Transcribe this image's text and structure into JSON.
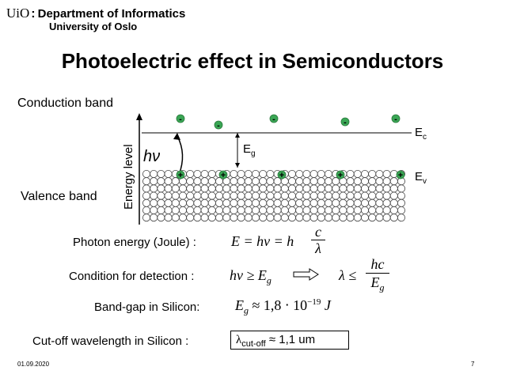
{
  "header": {
    "logo": "UiO",
    "department": "Department of Informatics",
    "university": "University of Oslo"
  },
  "title": "Photoelectric effect in Semiconductors",
  "diagram": {
    "conduction_band": "Conduction band",
    "valence_band": "Valence band",
    "energy_level": "Energy level",
    "ec_main": "E",
    "ec_sub": "c",
    "ev_main": "E",
    "ev_sub": "v",
    "eg_main": "E",
    "eg_sub": "g",
    "photon_symbol": "hν",
    "electron_sign": "-",
    "hole_sign": "+"
  },
  "rows": {
    "photon_energy_label": "Photon energy (Joule) :",
    "photon_energy_formula": "E = hν = h",
    "frac_num": "c",
    "frac_den": "λ",
    "detection_label": "Condition for detection :",
    "detection_formula": "hν ≥ E",
    "detection_sub": "g",
    "lambda_leq": "λ ≤",
    "lambda_num": "hc",
    "lambda_den": "E",
    "lambda_den_sub": "g",
    "bandgap_label": "Band-gap in Silicon:",
    "bandgap_E": "E",
    "bandgap_sub": "g",
    "bandgap_value": "≈ 1,8 ⋅ 10",
    "bandgap_exp": "−19",
    "bandgap_unit": "J",
    "cutoff_label": "Cut-off wavelength in Silicon :",
    "cutoff_lambda": "λ",
    "cutoff_sub": "cut-off",
    "cutoff_value": " ≈ 1,1 um"
  },
  "footer": {
    "date": "01.09.2020",
    "page": "7"
  },
  "colors": {
    "electron_fill": "#3aa655",
    "electron_stroke": "#2a7a3c"
  }
}
